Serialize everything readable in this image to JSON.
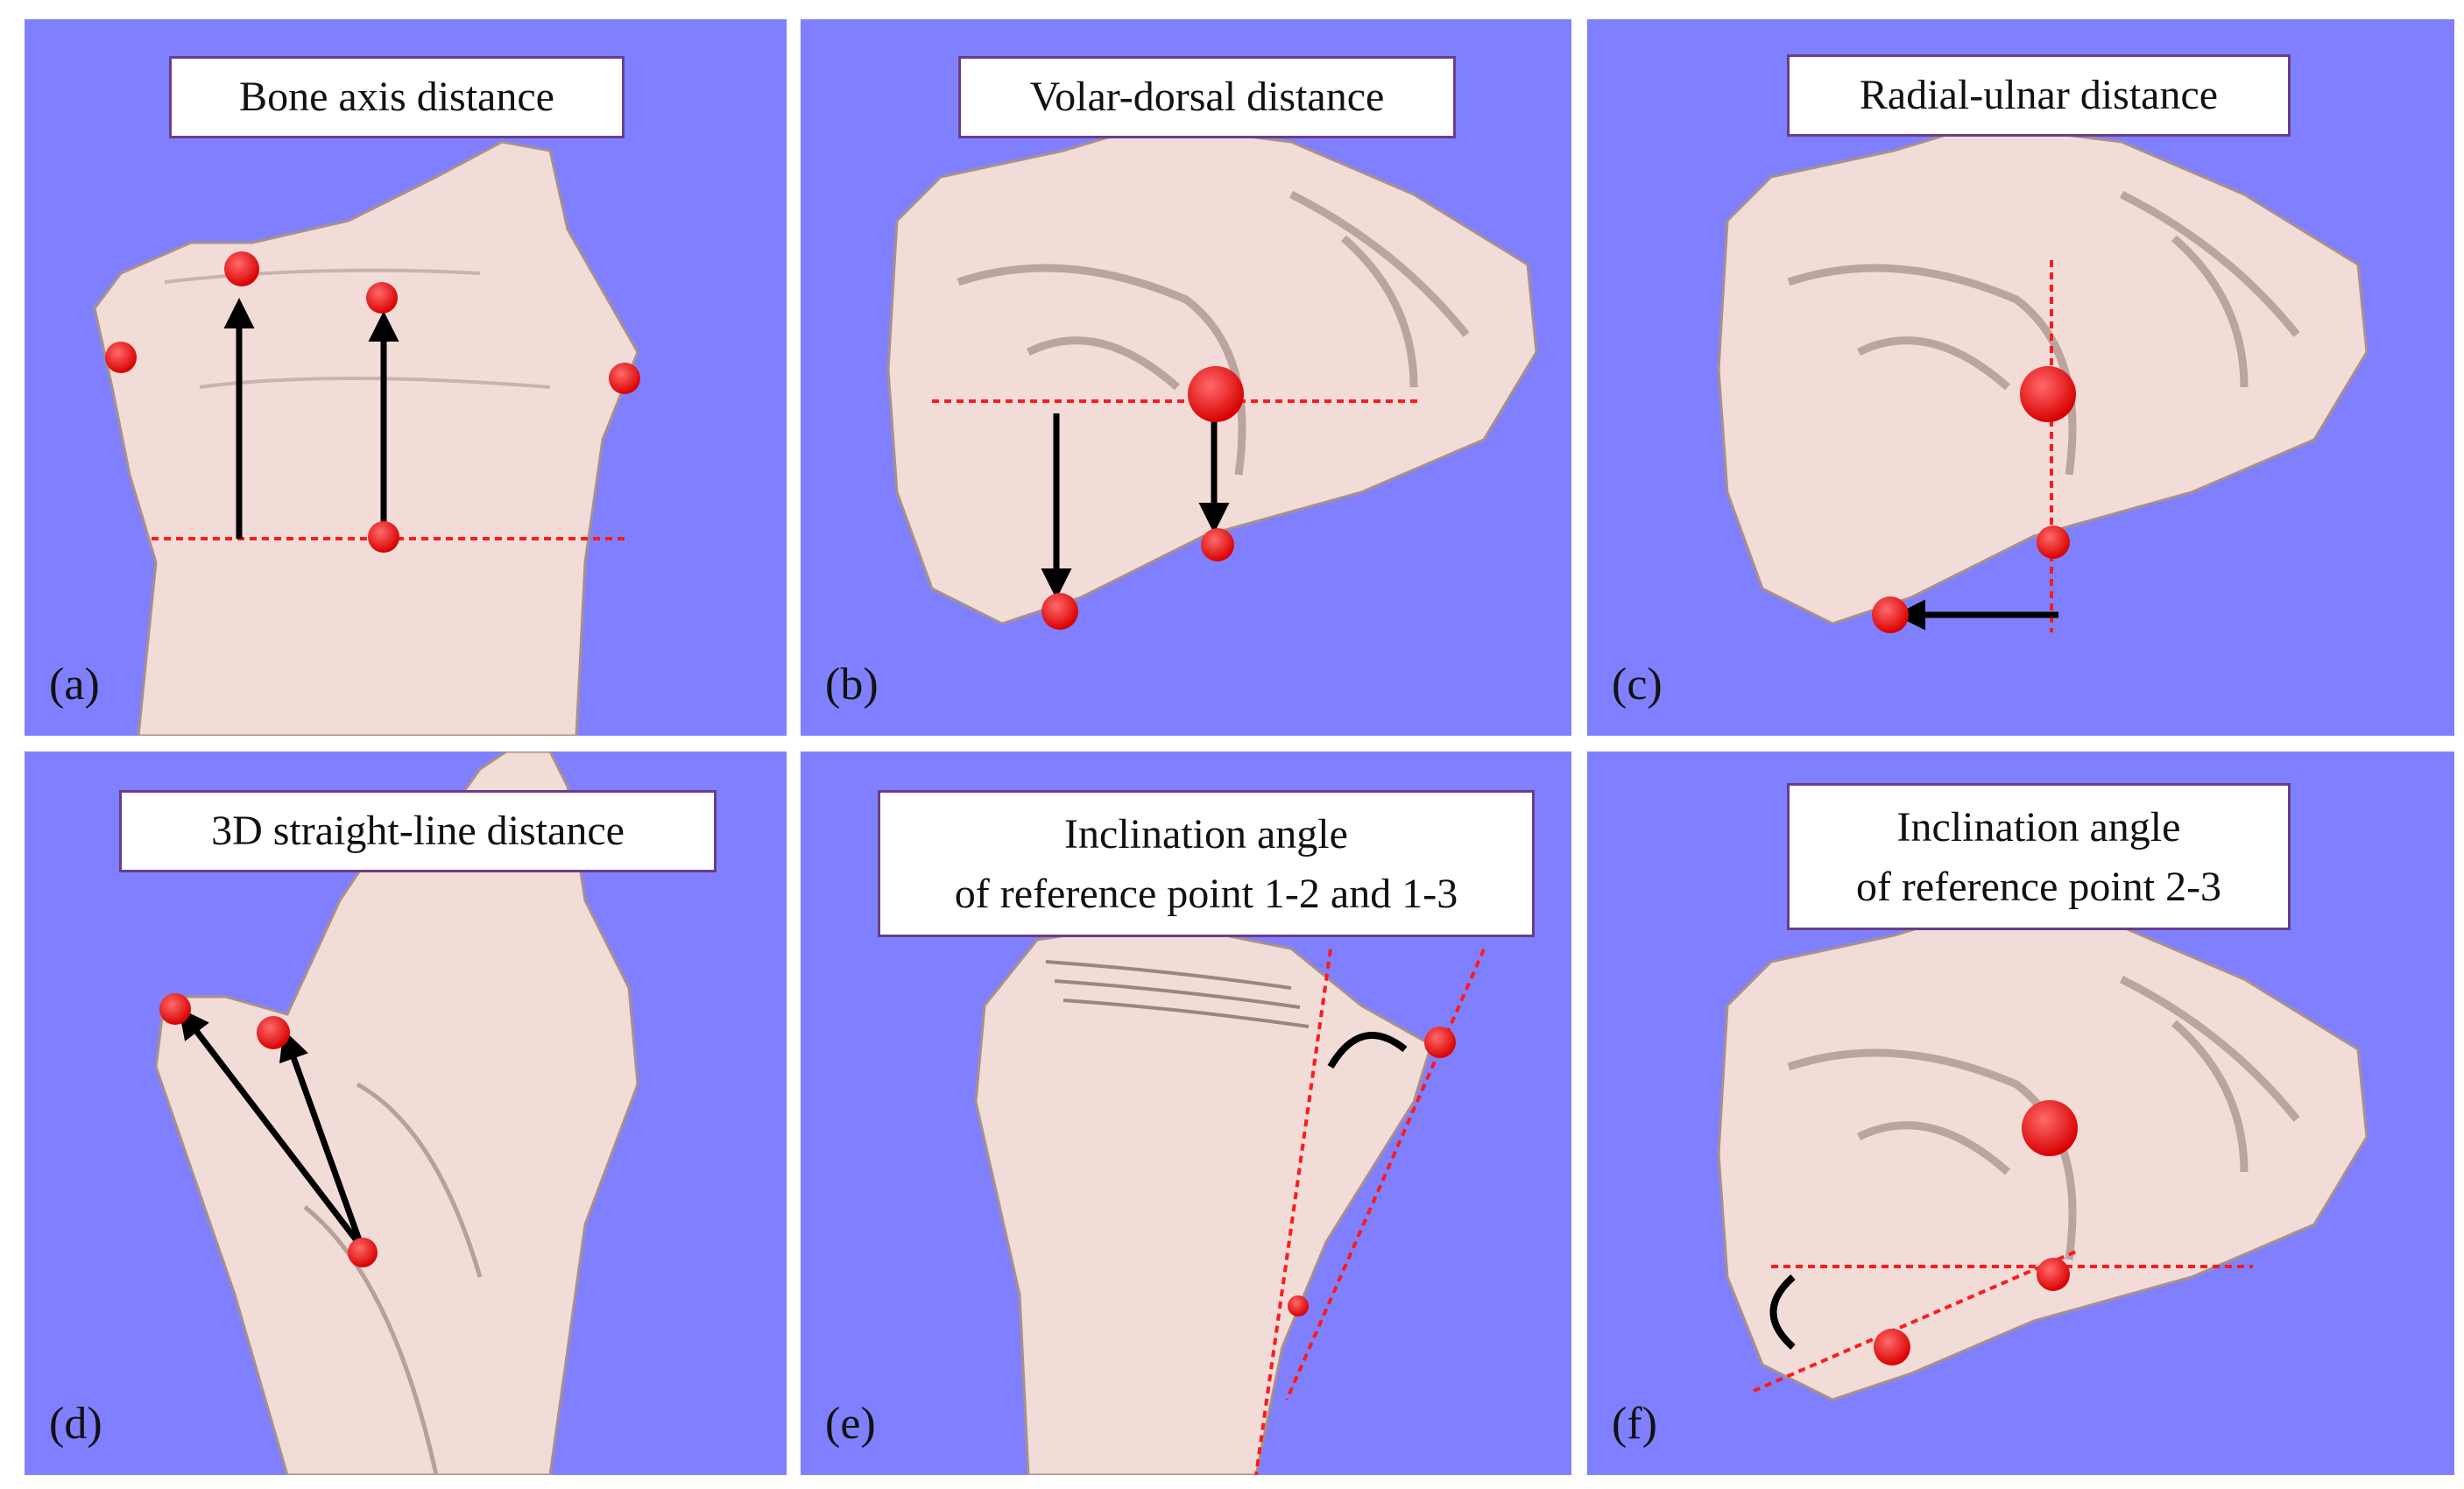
{
  "panels": [
    {
      "id": "a",
      "label": "(a)",
      "title": [
        "Bone axis distance"
      ]
    },
    {
      "id": "b",
      "label": "(b)",
      "title": [
        "Volar-dorsal distance"
      ]
    },
    {
      "id": "c",
      "label": "(c)",
      "title": [
        "Radial-ulnar distance"
      ]
    },
    {
      "id": "d",
      "label": "(d)",
      "title": [
        "3D straight-line distance"
      ]
    },
    {
      "id": "e",
      "label": "(e)",
      "title": [
        "Inclination angle",
        "of reference point 1-2 and 1-3"
      ]
    },
    {
      "id": "f",
      "label": "(f)",
      "title": [
        "Inclination angle",
        "of reference point 2-3"
      ]
    }
  ],
  "colors": {
    "background": "#8080ff",
    "bone": "#f2dcd8",
    "bone_shadow": "#a8908c",
    "marker": "#ff1a1a",
    "arrow": "#000000",
    "reference_line": "#ff1a1a",
    "title_border": "#6a3d8c"
  }
}
